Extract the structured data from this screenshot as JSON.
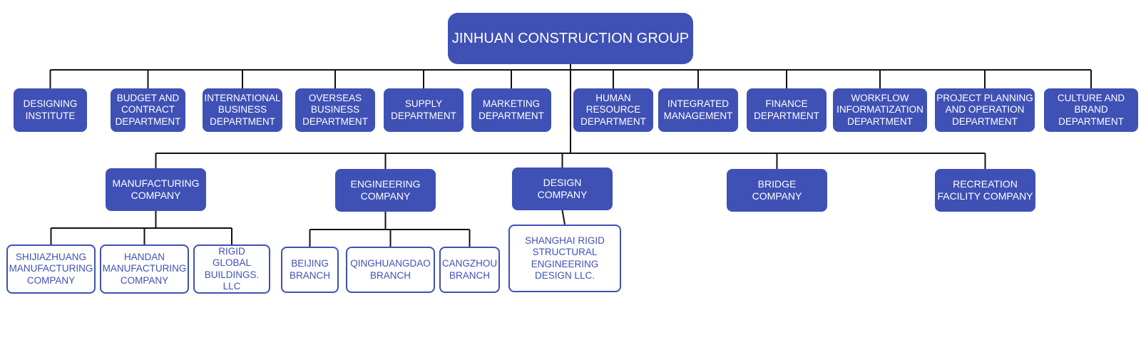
{
  "colors": {
    "fill": "#3f51b5",
    "line": "#111111",
    "text_on_fill": "#ffffff"
  },
  "root": {
    "label": "JINHUAN CONSTRUCTION GROUP"
  },
  "departments": [
    "DESIGNING\nINSTITUTE",
    "BUDGET AND\nCONTRACT\nDEPARTMENT",
    "INTERNATIONAL\nBUSINESS\nDEPARTMENT",
    "OVERSEAS\nBUSINESS\nDEPARTMENT",
    "SUPPLY\nDEPARTMENT",
    "MARKETING\nDEPARTMENT",
    "HUMAN\nRESOURCE\nDEPARTMENT",
    "INTEGRATED\nMANAGEMENT",
    "FINANCE\nDEPARTMENT",
    "WORKFLOW\nINFORMATIZATION\nDEPARTMENT",
    "PROJECT PLANNING\nAND OPERATION\nDEPARTMENT",
    "CULTURE AND\nBRAND\nDEPARTMENT"
  ],
  "companies": [
    {
      "label": "MANUFACTURING\nCOMPANY",
      "children": [
        "SHIJIAZHUANG\nMANUFACTURING\nCOMPANY",
        "HANDAN\nMANUFACTURING\nCOMPANY",
        "RIGID\nGLOBAL\nBUILDINGS. LLC"
      ]
    },
    {
      "label": "ENGINEERING\nCOMPANY",
      "children": [
        "BEIJING\nBRANCH",
        "QINGHUANGDAO\nBRANCH",
        "CANGZHOU\nBRANCH"
      ]
    },
    {
      "label": "DESIGN\nCOMPANY",
      "children": [
        "SHANGHAI RIGID\nSTRUCTURAL\nENGINEERING\nDESIGN LLC."
      ]
    },
    {
      "label": "BRIDGE\nCOMPANY",
      "children": []
    },
    {
      "label": "RECREATION\nFACILITY COMPANY",
      "children": []
    }
  ]
}
